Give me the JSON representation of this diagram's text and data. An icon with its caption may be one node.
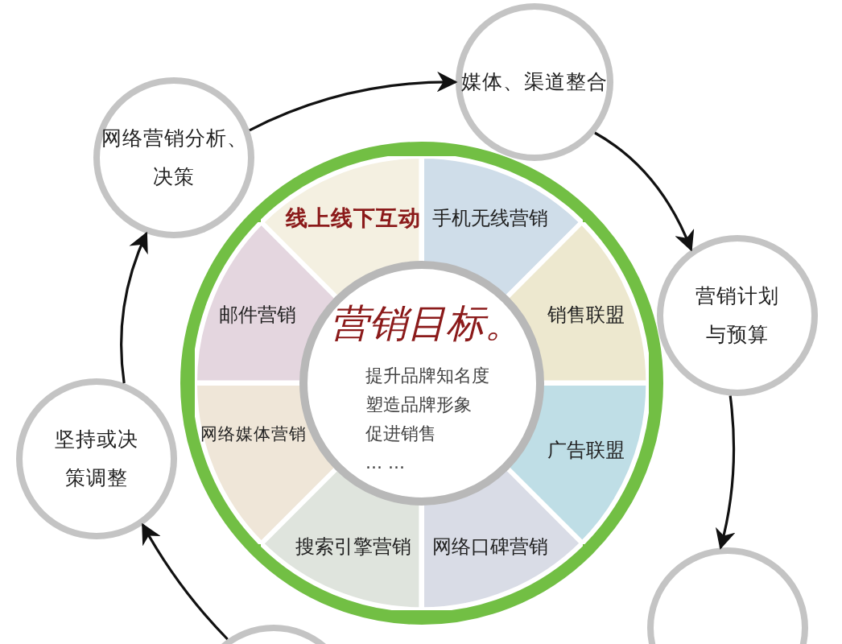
{
  "diagram": {
    "nodes": [
      {
        "text": [
          "网络营销分析、决策"
        ]
      },
      {
        "text": [
          "媒体、渠道整合"
        ]
      },
      {
        "text": [
          "营销计划与预算"
        ]
      },
      {
        "text": [
          "坚持或决策调整"
        ]
      },
      {
        "text": [],
        "shape": "circle"
      },
      {
        "text": [],
        "shape": "circle"
      },
      {
        "text": [],
        "shape": "circle"
      },
      {
        "text": [
          "线上线下互动"
        ],
        "in": 6
      },
      {
        "text": [
          "手机无线营销"
        ],
        "in": 6
      },
      {
        "text": [
          "销售联盟"
        ],
        "in": 6
      },
      {
        "text": [
          "广告联盟"
        ],
        "in": 6
      },
      {
        "text": [
          "网络口碑营销"
        ],
        "in": 6
      },
      {
        "text": [
          "搜索引擎营销"
        ],
        "in": 6
      },
      {
        "text": [
          "网络媒体营销"
        ],
        "in": 6
      },
      {
        "text": [
          "邮件营销"
        ],
        "in": 6
      },
      {
        "text": [
          "营销目标。",
          "提升品牌知名度",
          "塑造品牌形象",
          "促进销售",
          "... ..."
        ],
        "in": 6
      }
    ],
    "edges": [
      {
        "from": 0,
        "to": 1,
        "arrow": "to"
      },
      {
        "from": 1,
        "to": 2,
        "arrow": "to"
      },
      {
        "from": 2,
        "to": 5,
        "arrow": "to"
      },
      {
        "from": 4,
        "to": 3,
        "arrow": "to"
      },
      {
        "from": 3,
        "to": 0,
        "arrow": "to"
      }
    ]
  }
}
